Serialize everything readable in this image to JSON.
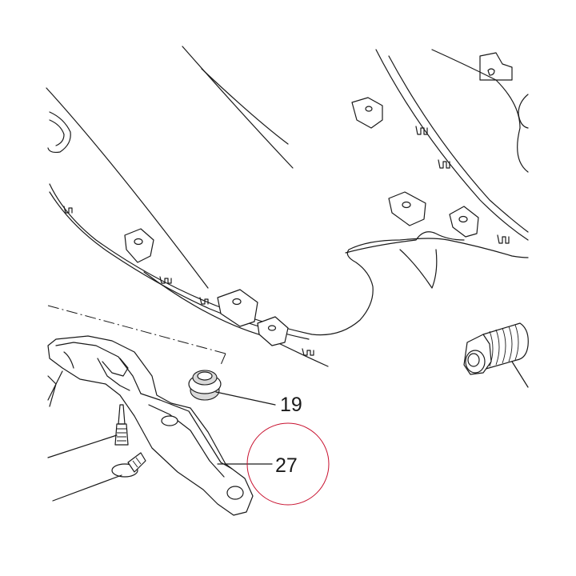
{
  "callouts": [
    {
      "label": "19"
    },
    {
      "label": "27"
    }
  ],
  "highlight": {
    "target": "27",
    "color": "#c8102e"
  },
  "colors": {
    "line": "#1a1a1a",
    "background": "#ffffff",
    "fill": "#d9d9d9"
  }
}
